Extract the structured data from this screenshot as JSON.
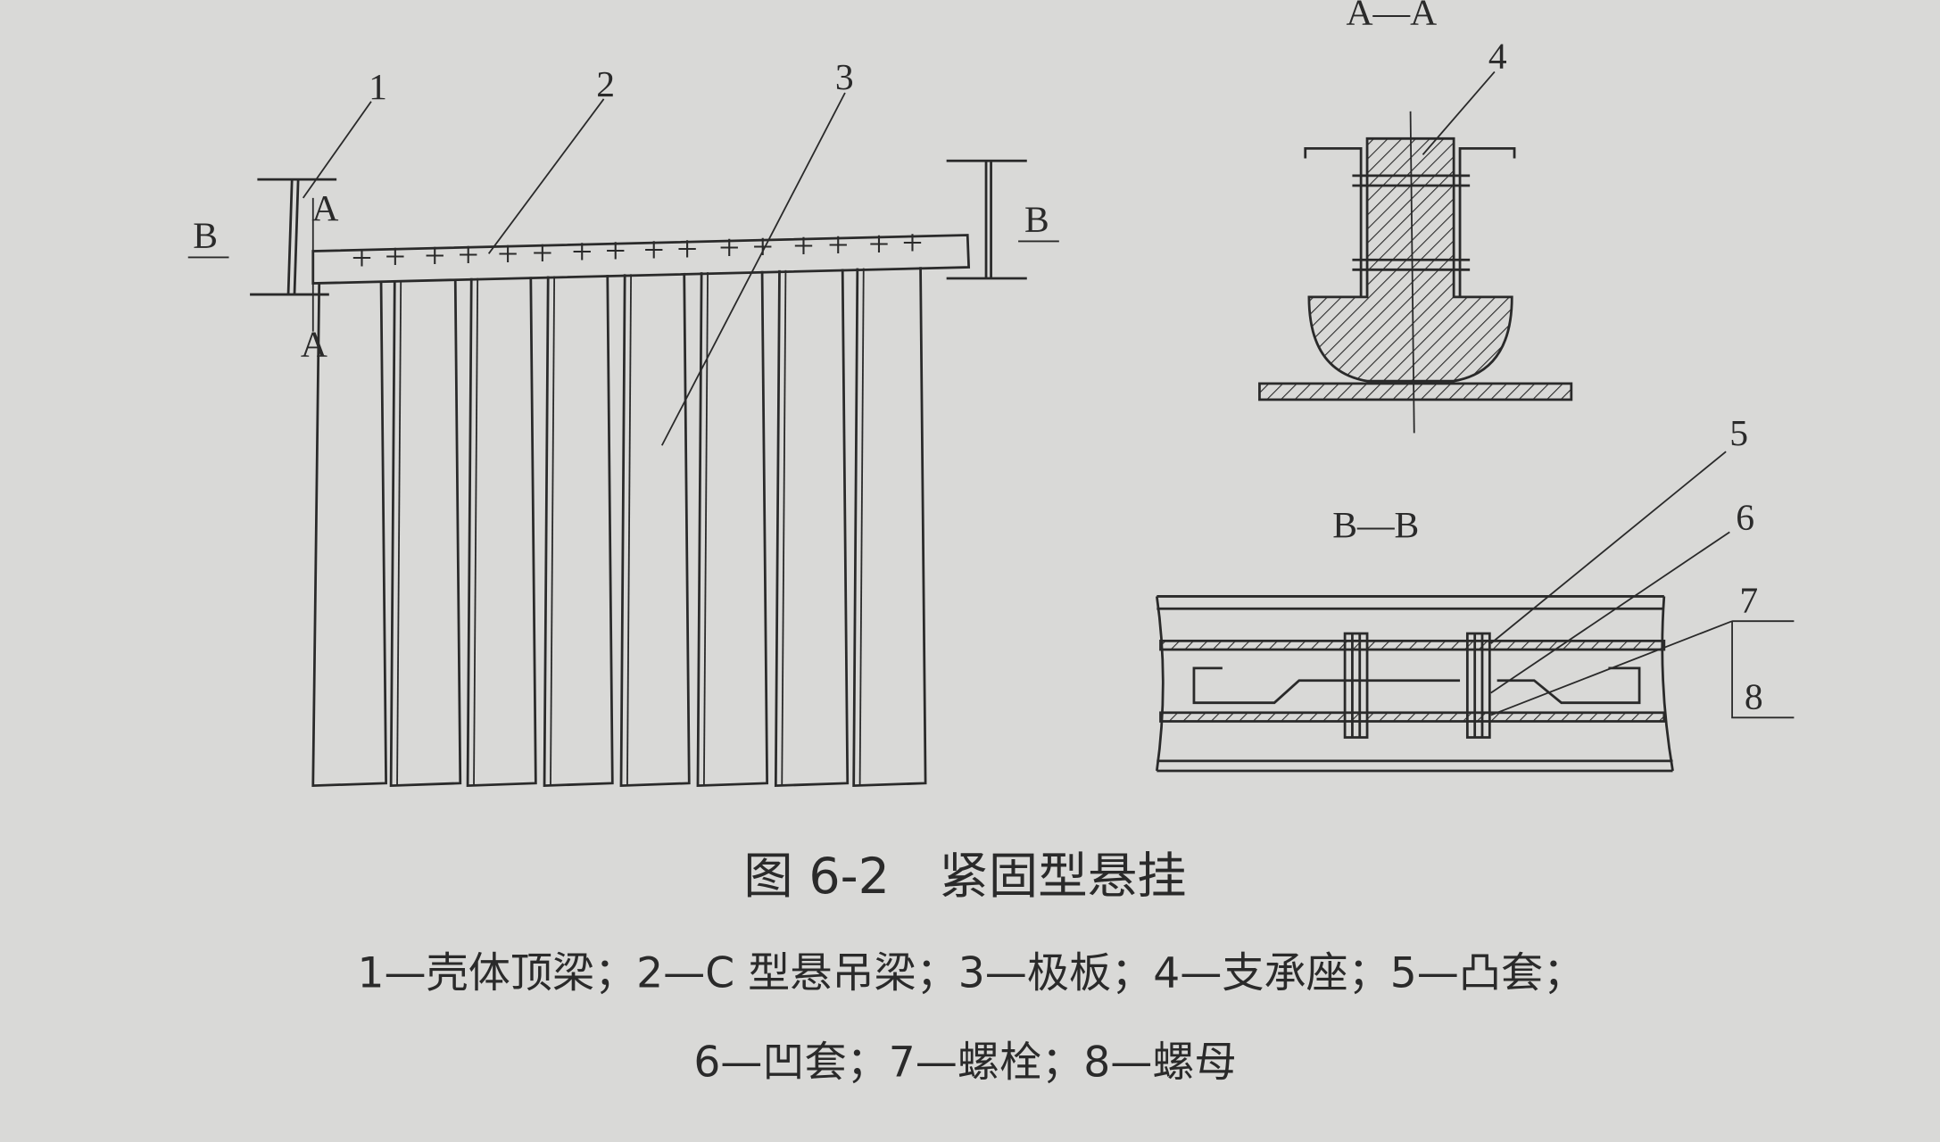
{
  "figure": {
    "labels": {
      "n1": "1",
      "n2": "2",
      "n3": "3",
      "n4": "4",
      "n5": "5",
      "n6": "6",
      "n7": "7",
      "n8": "8",
      "section_a_left_top": "A",
      "section_a_left_bottom": "A",
      "section_b_left": "B",
      "section_b_right": "B",
      "view_aa": "A—A",
      "view_bb": "B—B"
    },
    "caption": {
      "title": "图 6-2　紧固型悬挂",
      "legend_line1": "1—壳体顶梁；2—C 型悬吊梁；3—极板；4—支承座；5—凸套；",
      "legend_line2": "6—凹套；7—螺栓；8—螺母"
    }
  }
}
